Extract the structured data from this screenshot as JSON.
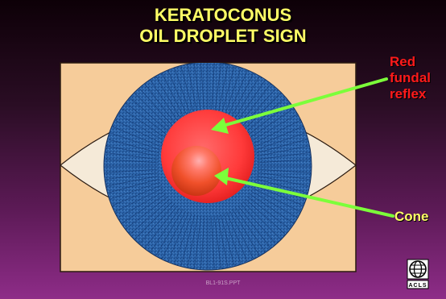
{
  "slide": {
    "title_line1": "KERATOCONUS",
    "title_line2": "OIL DROPLET SIGN",
    "label_red": [
      "Red",
      "fundal",
      "reflex"
    ],
    "label_cone": "Cone",
    "footer": "BL1-91S.PPT",
    "logo_text": "ACLS"
  },
  "colors": {
    "title": "#ffff66",
    "label_red": "#ff1a1a",
    "label_cone": "#ffff66",
    "arrow": "#7cff3a",
    "frame": "#f6cc9a",
    "sclera": "#f5ead8",
    "iris": "#245a9e",
    "pupil": "#ff3b3b"
  }
}
